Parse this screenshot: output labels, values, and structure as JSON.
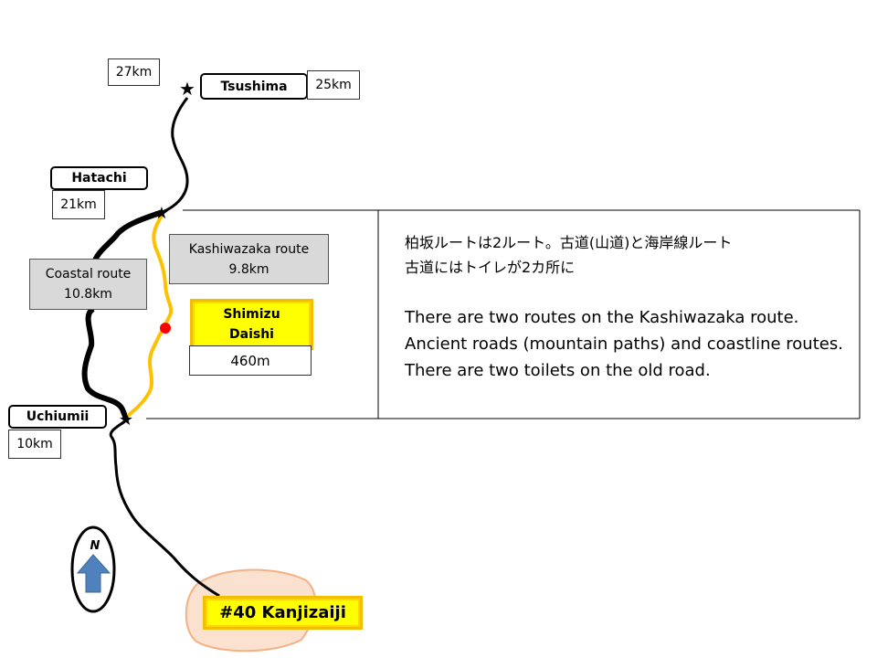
{
  "distances": {
    "d27": "27km",
    "d25": "25km",
    "d21": "21km",
    "d10": "10km"
  },
  "places": {
    "tsushima": "Tsushima",
    "hatachi": "Hatachi",
    "uchiumii": "Uchiumii"
  },
  "routes": {
    "kashiwazaka": {
      "name": "Kashiwazaka route",
      "length": "9.8km"
    },
    "coastal": {
      "name": "Coastal route",
      "length": "10.8km"
    }
  },
  "shimizu": {
    "name_line1": "Shimizu",
    "name_line2": "Daishi",
    "elevation": "460m"
  },
  "temple": "#40 Kanjizaiji",
  "compass": "N",
  "info": {
    "jp": [
      "柏坂ルートは2ルート。古道(山道)と海岸線ルート",
      "古道にはトイレが2カ所に"
    ],
    "en": [
      "There are two routes on the Kashiwazaka route.",
      "Ancient roads (mountain paths) and coastline routes.",
      "There are two toilets on the old road."
    ]
  },
  "colors": {
    "old_road": "#ffc000",
    "coastal_road": "#000000",
    "shrine_dot": "#ff0000",
    "compass_arrow": "#4f81bd",
    "temple_area": "#fbe1cf"
  }
}
